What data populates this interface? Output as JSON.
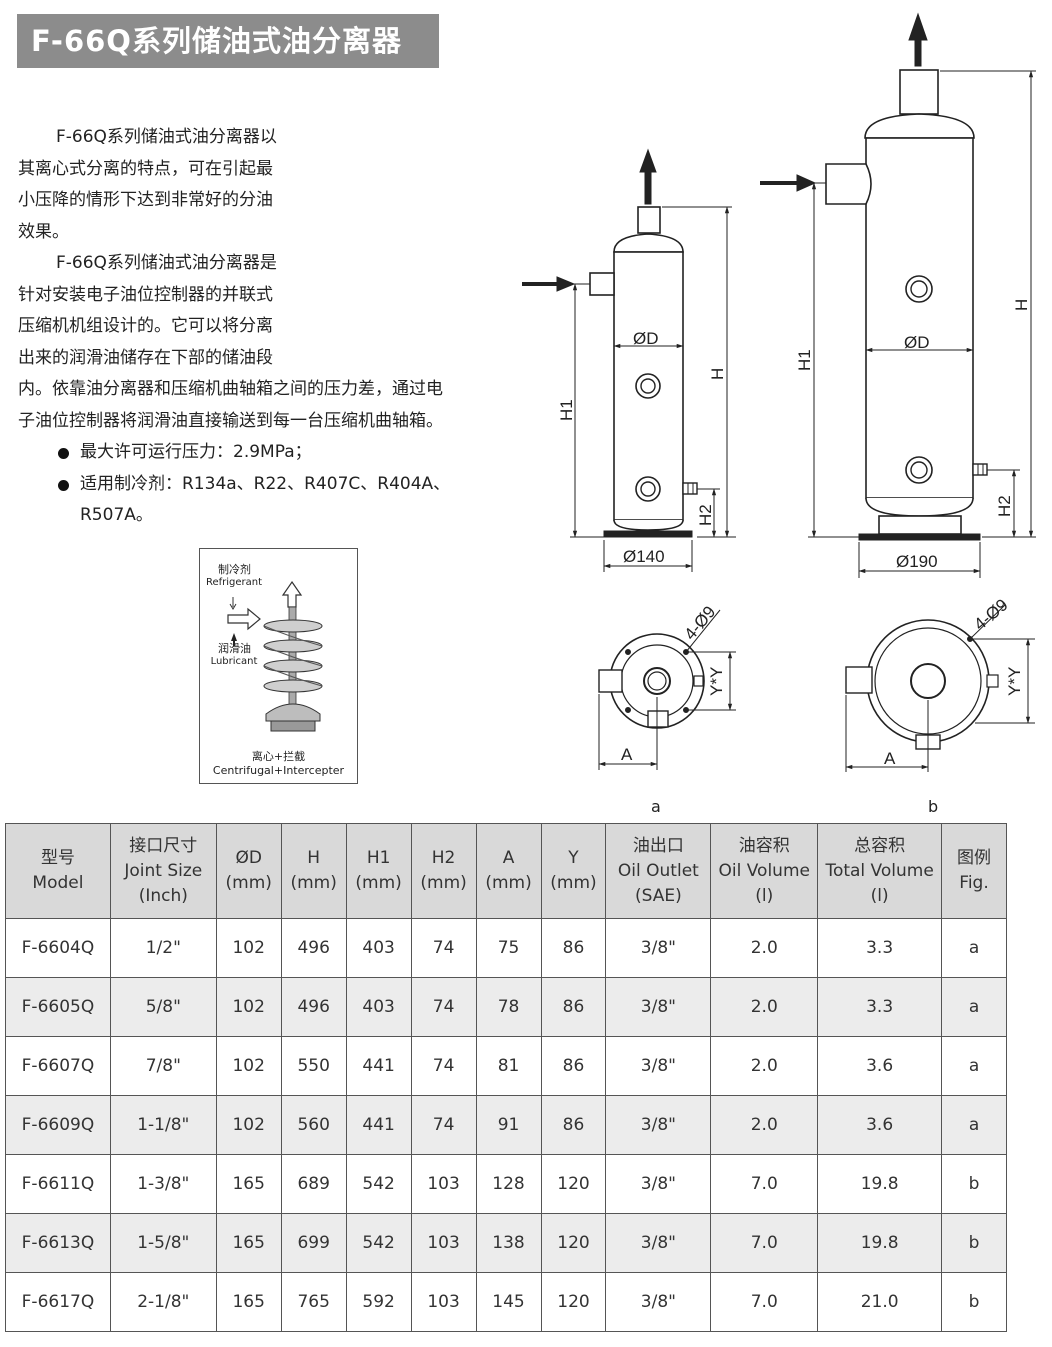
{
  "title": "F-66Q系列储油式油分离器",
  "intro": {
    "p1_lines": [
      "F-66Q系列储油式油分离器以",
      "其离心式分离的特点，可在引起最",
      "小压降的情形下达到非常好的分油",
      "效果。"
    ],
    "p2_lines": [
      "F-66Q系列储油式油分离器是",
      "针对安装电子油位控制器的并联式",
      "压缩机机组设计的。它可以将分离",
      "出来的润滑油储存在下部的储油段"
    ],
    "p2_tail": [
      "内。依靠油分离器和压缩机曲轴箱之间的压力差，通过电",
      "子油位控制器将润滑油直接输送到每一台压缩机曲轴箱。"
    ],
    "bullets": [
      {
        "lines": [
          "最大许可运行压力：2.9MPa；"
        ]
      },
      {
        "lines": [
          "适用制冷剂：R134a、R22、R407C、R404A、",
          "R507A。"
        ]
      }
    ]
  },
  "mini_diagram": {
    "refrigerant_cn": "制冷剂",
    "refrigerant_en": "Refrigerant",
    "lubricant_cn": "润滑油",
    "lubricant_en": "Lubricant",
    "caption_cn": "离心+拦截",
    "caption_en": "Centrifugal+Intercepter"
  },
  "drawing": {
    "dim_D": "ØD",
    "dim_H": "H",
    "dim_H1": "H1",
    "dim_H2": "H2",
    "dim_A": "A",
    "dim_YY": "Y*Y",
    "dim_holes": "4-Ø9",
    "base_a": "Ø140",
    "base_b": "Ø190",
    "fig_a": "a",
    "fig_b": "b"
  },
  "table": {
    "headers": [
      [
        "型号",
        "Model"
      ],
      [
        "接口尺寸",
        "Joint Size",
        "(Inch)"
      ],
      [
        "ØD",
        "(mm)"
      ],
      [
        "H",
        "(mm)"
      ],
      [
        "H1",
        "(mm)"
      ],
      [
        "H2",
        "(mm)"
      ],
      [
        "A",
        "(mm)"
      ],
      [
        "Y",
        "(mm)"
      ],
      [
        "油出口",
        "Oil Outlet",
        "(SAE)"
      ],
      [
        "油容积",
        "Oil Volume",
        "(l)"
      ],
      [
        "总容积",
        "Total Volume",
        "(l)"
      ],
      [
        "图例",
        "Fig."
      ]
    ],
    "rows": [
      [
        "F-6604Q",
        "1/2\"",
        "102",
        "496",
        "403",
        "74",
        "75",
        "86",
        "3/8\"",
        "2.0",
        "3.3",
        "a"
      ],
      [
        "F-6605Q",
        "5/8\"",
        "102",
        "496",
        "403",
        "74",
        "78",
        "86",
        "3/8\"",
        "2.0",
        "3.3",
        "a"
      ],
      [
        "F-6607Q",
        "7/8\"",
        "102",
        "550",
        "441",
        "74",
        "81",
        "86",
        "3/8\"",
        "2.0",
        "3.6",
        "a"
      ],
      [
        "F-6609Q",
        "1-1/8\"",
        "102",
        "560",
        "441",
        "74",
        "91",
        "86",
        "3/8\"",
        "2.0",
        "3.6",
        "a"
      ],
      [
        "F-6611Q",
        "1-3/8\"",
        "165",
        "689",
        "542",
        "103",
        "128",
        "120",
        "3/8\"",
        "7.0",
        "19.8",
        "b"
      ],
      [
        "F-6613Q",
        "1-5/8\"",
        "165",
        "699",
        "542",
        "103",
        "138",
        "120",
        "3/8\"",
        "7.0",
        "19.8",
        "b"
      ],
      [
        "F-6617Q",
        "2-1/8\"",
        "165",
        "765",
        "592",
        "103",
        "145",
        "120",
        "3/8\"",
        "7.0",
        "21.0",
        "b"
      ]
    ]
  }
}
